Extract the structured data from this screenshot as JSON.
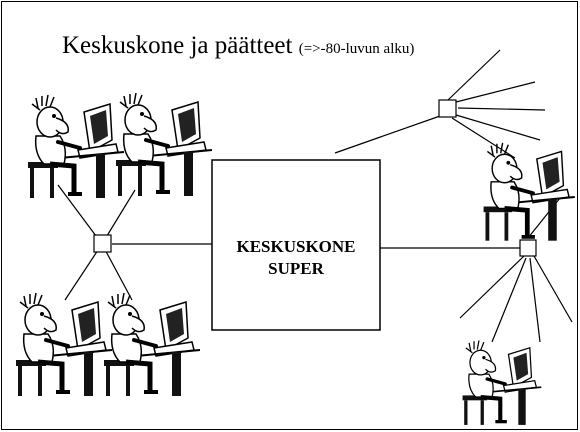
{
  "diagram": {
    "title": "Keskuskone ja päätteet",
    "subtitle": "(=>-80-luvun alku)",
    "central_computer": {
      "line1": "KESKUSKONE",
      "line2": "SUPER"
    },
    "hubs": [
      "hub-left",
      "hub-top-right",
      "hub-bottom-right"
    ],
    "terminal_users": 6
  }
}
